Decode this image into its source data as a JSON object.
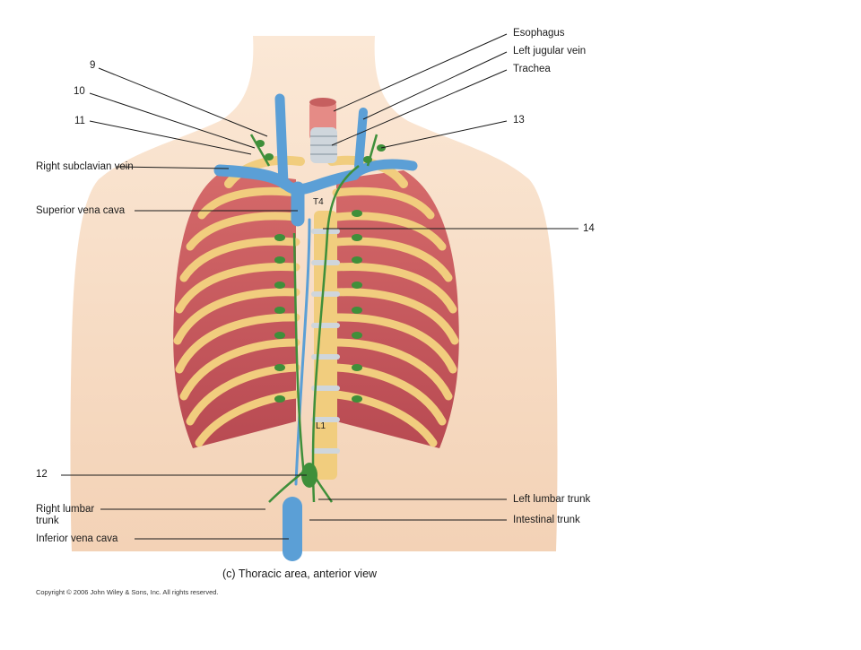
{
  "labels": {
    "esophagus": "Esophagus",
    "left_jugular_vein": "Left jugular vein",
    "trachea": "Trachea",
    "n9": "9",
    "n10": "10",
    "n11": "11",
    "n13": "13",
    "n14": "14",
    "n12": "12",
    "right_subclavian_vein": "Right subclavian vein",
    "superior_vena_cava": "Superior vena cava",
    "left_lumbar_trunk": "Left lumbar trunk",
    "intestinal_trunk": "Intestinal trunk",
    "right_lumbar_trunk": "Right lumbar trunk",
    "inferior_vena_cava": "Inferior vena cava",
    "t4": "T4",
    "l1": "L1"
  },
  "caption": "(c)  Thoracic area, anterior view",
  "copyright": "Copyright © 2006 John Wiley & Sons, Inc.  All rights reserved.",
  "colors": {
    "skin": "#f7dcc4",
    "muscle": "#c9545a",
    "rib": "#f1cd7e",
    "vein": "#5b9fd6",
    "lymph": "#3f8f3a",
    "trachea": "#cfd6dc",
    "esophagus": "#e58b86"
  }
}
